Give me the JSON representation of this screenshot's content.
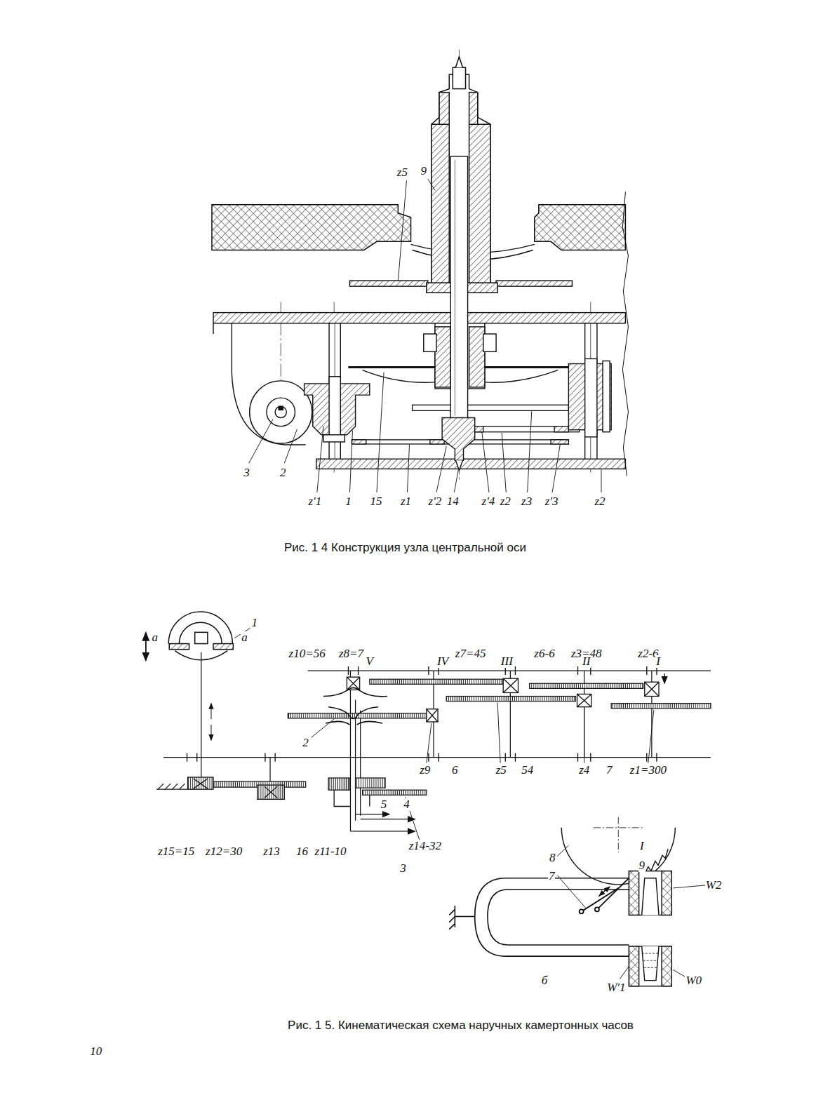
{
  "diagram": {
    "caption": "Рис. 1 4 Конструкция узла центральной оси",
    "labels": [
      "z5",
      "9",
      "3",
      "2",
      "z'1",
      "1",
      "15",
      "z1",
      "z'2",
      "14",
      "z'4",
      "z2",
      "z3",
      "z'3",
      "z2",
      "1",
      "a",
      "a",
      "z10=56",
      "z8=7",
      "V",
      "z7=45",
      "IV",
      "z6-6",
      "III",
      "z3=48",
      "II",
      "z2-6",
      "I",
      "2",
      "z9",
      "6",
      "z5",
      "54",
      "z4",
      "7",
      "z1=300",
      "z15=15",
      "z12=30",
      "z13",
      "16",
      "z11-10",
      "z14-32",
      "5",
      "4",
      "3",
      "8",
      "I",
      "9",
      "7",
      "W2",
      "W'1",
      "W0",
      "б",
      "Рис. 1 5. Кинематическая схема наручных камертонных часов",
      "10"
    ]
  }
}
